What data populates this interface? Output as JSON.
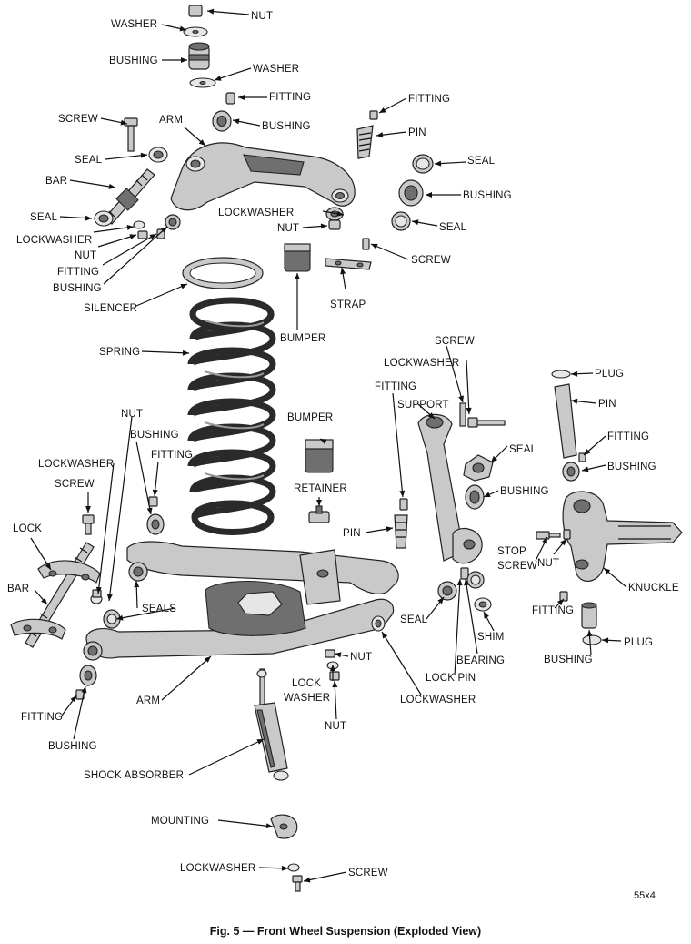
{
  "figure": {
    "caption": "Fig. 5 — Front Wheel Suspension (Exploded View)",
    "code": "55x4"
  },
  "labels": {
    "nut_top": "NUT",
    "washer_top": "WASHER",
    "bushing_top": "BUSHING",
    "washer_2": "WASHER",
    "fitting_arm": "FITTING",
    "bushing_arm": "BUSHING",
    "fitting_pin": "FITTING",
    "pin_upper": "PIN",
    "screw_upper": "SCREW",
    "arm_upper": "ARM",
    "seal_upper_left": "SEAL",
    "bar_upper": "BAR",
    "seal_upper_left2": "SEAL",
    "lockwasher_upper_left": "LOCKWASHER",
    "nut_upper_left": "NUT",
    "fitting_upper_left": "FITTING",
    "bushing_upper_left": "BUSHING",
    "seal_right_1": "SEAL",
    "bushing_right": "BUSHING",
    "seal_right_2": "SEAL",
    "lockwasher_center": "LOCKWASHER",
    "nut_center": "NUT",
    "screw_strap": "SCREW",
    "strap": "STRAP",
    "silencer": "SILENCER",
    "bumper_upper": "BUMPER",
    "spring": "SPRING",
    "screw_support": "SCREW",
    "lockwasher_support": "LOCKWASHER",
    "fitting_support": "FITTING",
    "support": "SUPPORT",
    "seal_support": "SEAL",
    "bushing_support": "BUSHING",
    "plug_top": "PLUG",
    "pin_knuckle": "PIN",
    "fitting_knuckle": "FITTING",
    "bushing_knuckle": "BUSHING",
    "nut_lower_left": "NUT",
    "bushing_lower_left": "BUSHING",
    "fitting_lower_left": "FITTING",
    "lockwasher_lower_left": "LOCKWASHER",
    "screw_lower_left": "SCREW",
    "bumper_lower": "BUMPER",
    "retainer": "RETAINER",
    "pin_lower": "PIN",
    "stop_screw_1": "STOP",
    "stop_screw_2": "SCREW",
    "nut_knuckle": "NUT",
    "knuckle": "KNUCKLE",
    "lock": "LOCK",
    "bar_lower": "BAR",
    "seals_lower": "SEALS",
    "seal_lower_right": "SEAL",
    "shim": "SHIM",
    "bearing": "BEARING",
    "fitting_knuckle_lower": "FITTING",
    "bushing_knuckle_lower": "BUSHING",
    "plug_bottom": "PLUG",
    "nut_lower_center": "NUT",
    "lock_washer_1": "LOCK",
    "lock_washer_2": "WASHER",
    "lock_pin": "LOCK PIN",
    "lockwasher_lower_center": "LOCKWASHER",
    "arm_lower": "ARM",
    "nut_lower_center2": "NUT",
    "fitting_bottom_left": "FITTING",
    "bushing_bottom_left": "BUSHING",
    "shock_absorber": "SHOCK ABSORBER",
    "mounting": "MOUNTING",
    "lockwasher_bottom": "LOCKWASHER",
    "screw_bottom": "SCREW"
  }
}
